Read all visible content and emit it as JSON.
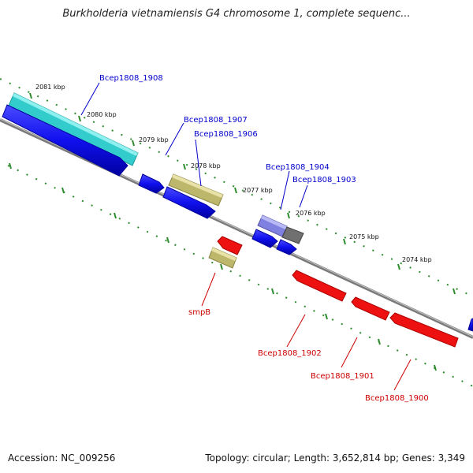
{
  "title": "Burkholderia vietnamiensis G4 chromosome 1, complete sequenc...",
  "footer": {
    "accession": "Accession: NC_009256",
    "stats": "Topology: circular; Length: 3,652,814 bp; Genes: 3,349"
  },
  "colors": {
    "backbone": "#8a8a8a",
    "tick_green": "#2e8b2e",
    "cyan_gene": "#33cccc",
    "blue_gene": "#1010ee",
    "khaki_gene": "#bdb76b",
    "purple_gene": "#8080e0",
    "gray_gene": "#707070",
    "red_gene": "#ee1111"
  },
  "ticks": [
    "2081 kbp",
    "2080 kbp",
    "2079 kbp",
    "2078 kbp",
    "2077 kbp",
    "2076 kbp",
    "2075 kbp",
    "2074 kbp"
  ],
  "labels_top": [
    "Bcep1808_1908",
    "Bcep1808_1907",
    "Bcep1808_1906",
    "Bcep1808_1904",
    "Bcep1808_1903"
  ],
  "labels_bottom": [
    "smpB",
    "Bcep1808_1902",
    "Bcep1808_1901",
    "Bcep1808_1900"
  ]
}
